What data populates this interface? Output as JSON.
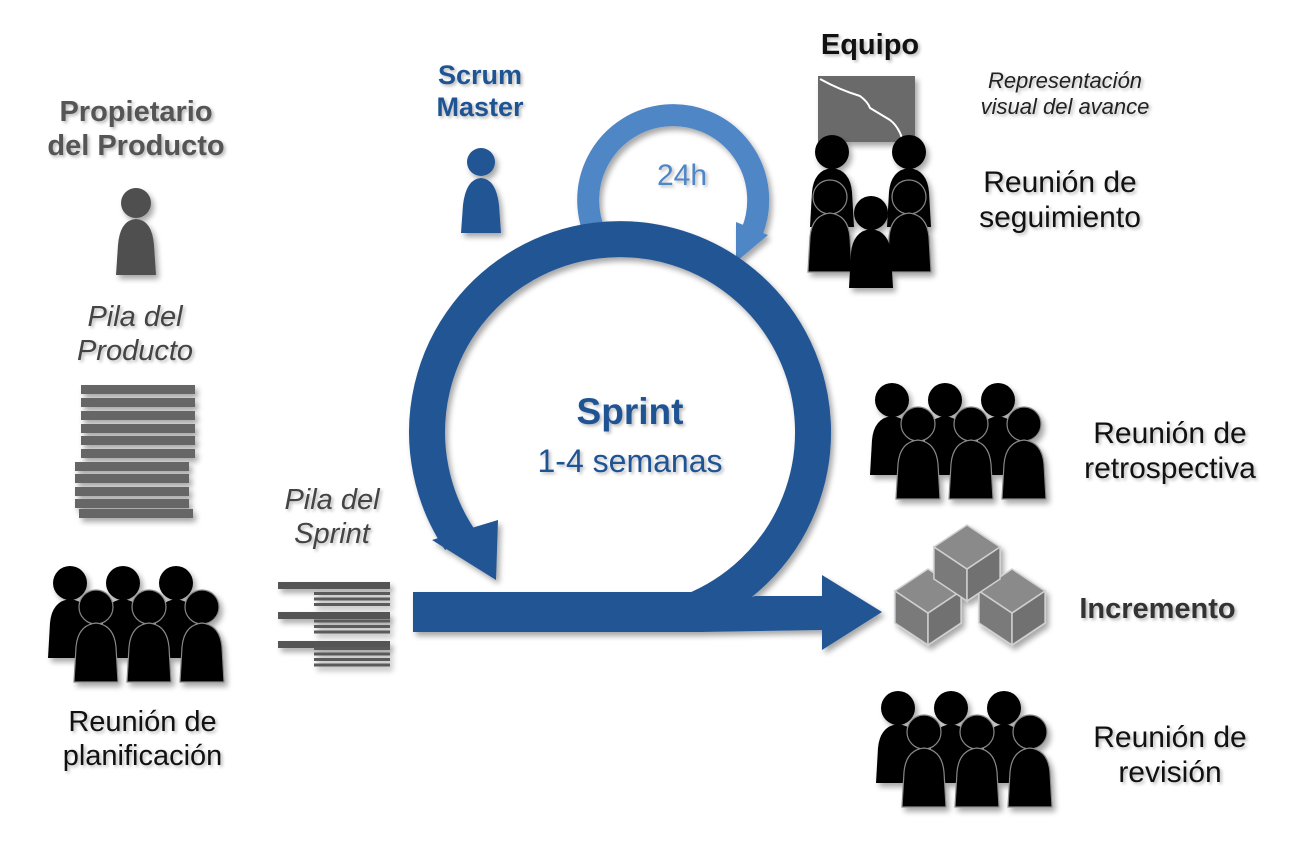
{
  "title": "Scrum process",
  "colors": {
    "sprint_blue": "#225494",
    "daily_blue": "#4f86c6",
    "gray_role": "#505050",
    "stack_gray": "#666666",
    "cube_gray": "#7f7f7f",
    "people_black": "#000000"
  },
  "roles": {
    "product_owner": {
      "label_line1": "Propietario",
      "label_line2": "del Producto",
      "icon": "person-icon"
    },
    "scrum_master": {
      "label_line1": "Scrum",
      "label_line2": "Master",
      "icon": "person-icon"
    },
    "team": {
      "label": "Equipo",
      "icon": "team-icon"
    }
  },
  "artifacts": {
    "product_backlog": {
      "label_line1": "Pila del",
      "label_line2": "Producto",
      "icon": "stack-icon"
    },
    "sprint_backlog": {
      "label_line1": "Pila del",
      "label_line2": "Sprint",
      "icon": "list-icon"
    },
    "burndown": {
      "label_line1": "Representación",
      "label_line2": "visual del avance",
      "icon": "chart-board-icon"
    },
    "increment": {
      "label": "Incremento",
      "icon": "cubes-icon"
    }
  },
  "cycles": {
    "sprint": {
      "title": "Sprint",
      "duration": "1-4 semanas"
    },
    "daily": {
      "label": "24h"
    }
  },
  "meetings": {
    "planning": {
      "label_line1": "Reunión de",
      "label_line2": "planificación"
    },
    "daily": {
      "label_line1": "Reunión de",
      "label_line2": "seguimiento"
    },
    "retrospective": {
      "label_line1": "Reunión de",
      "label_line2": "retrospectiva"
    },
    "review": {
      "label_line1": "Reunión de",
      "label_line2": "revisión"
    }
  }
}
